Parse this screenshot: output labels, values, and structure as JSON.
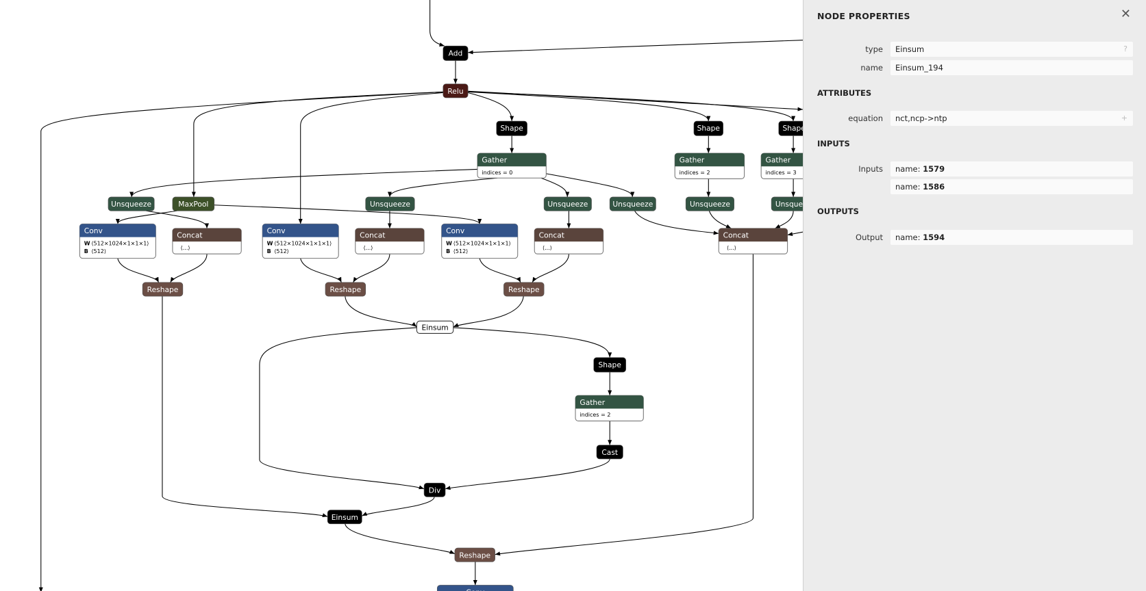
{
  "graph": {
    "nodes": [
      {
        "label": "Add",
        "color": "#000000"
      },
      {
        "label": "Relu",
        "color": "#4b1a16"
      },
      {
        "label": "Shape",
        "color": "#000000"
      },
      {
        "label": "Shape",
        "color": "#000000"
      },
      {
        "label": "Shape",
        "color": "#000000"
      },
      {
        "label": "Gather",
        "color": "#335443",
        "rows": [
          {
            "k": "",
            "v": "indices = 0"
          }
        ]
      },
      {
        "label": "Gather",
        "color": "#335443",
        "rows": [
          {
            "k": "",
            "v": "indices = 2"
          }
        ]
      },
      {
        "label": "Gather",
        "color": "#335443",
        "rows": [
          {
            "k": "",
            "v": "indices = 3"
          }
        ]
      },
      {
        "label": "Unsqueeze",
        "color": "#335443"
      },
      {
        "label": "MaxPool",
        "color": "#3c5028"
      },
      {
        "label": "Unsqueeze",
        "color": "#335443"
      },
      {
        "label": "Unsqueeze",
        "color": "#335443"
      },
      {
        "label": "Unsqueeze",
        "color": "#335443"
      },
      {
        "label": "Unsqueeze",
        "color": "#335443"
      },
      {
        "label": "Unsqueeze",
        "color": "#335443"
      },
      {
        "label": "Conv",
        "color": "#33548a",
        "rows": [
          {
            "k": "W",
            "v": "⟨512×1024×1×1×1⟩"
          },
          {
            "k": "B",
            "v": "⟨512⟩"
          }
        ]
      },
      {
        "label": "Concat",
        "color": "#5a443c",
        "rows": [
          {
            "k": "",
            "v": "⟨...⟩"
          }
        ]
      },
      {
        "label": "Conv",
        "color": "#33548a",
        "rows": [
          {
            "k": "W",
            "v": "⟨512×1024×1×1×1⟩"
          },
          {
            "k": "B",
            "v": "⟨512⟩"
          }
        ]
      },
      {
        "label": "Concat",
        "color": "#5a443c",
        "rows": [
          {
            "k": "",
            "v": "⟨...⟩"
          }
        ]
      },
      {
        "label": "Conv",
        "color": "#33548a",
        "rows": [
          {
            "k": "W",
            "v": "⟨512×1024×1×1×1⟩"
          },
          {
            "k": "B",
            "v": "⟨512⟩"
          }
        ]
      },
      {
        "label": "Concat",
        "color": "#5a443c",
        "rows": [
          {
            "k": "",
            "v": "⟨...⟩"
          }
        ]
      },
      {
        "label": "Concat",
        "color": "#5a443c",
        "rows": [
          {
            "k": "",
            "v": "⟨...⟩"
          }
        ]
      },
      {
        "label": "Reshape",
        "color": "#6b4e45"
      },
      {
        "label": "Reshape",
        "color": "#6b4e45"
      },
      {
        "label": "Reshape",
        "color": "#6b4e45"
      },
      {
        "label": "Einsum",
        "color": "#ffffff",
        "selected": true
      },
      {
        "label": "Shape",
        "color": "#000000"
      },
      {
        "label": "Gather",
        "color": "#335443",
        "rows": [
          {
            "k": "",
            "v": "indices = 2"
          }
        ]
      },
      {
        "label": "Cast",
        "color": "#000000"
      },
      {
        "label": "Div",
        "color": "#000000"
      },
      {
        "label": "Einsum",
        "color": "#000000"
      },
      {
        "label": "Reshape",
        "color": "#6b4e45"
      },
      {
        "label": "Conv",
        "color": "#33548a"
      }
    ]
  },
  "panel": {
    "title": "NODE PROPERTIES",
    "close": "✕",
    "type_label": "type",
    "type_value": "Einsum",
    "type_help": "?",
    "name_label": "name",
    "name_value": "Einsum_194",
    "attributes_title": "ATTRIBUTES",
    "equation_label": "equation",
    "equation_value": "nct,ncp->ntp",
    "equation_expand": "+",
    "inputs_title": "INPUTS",
    "inputs_label": "Inputs",
    "inputs": [
      {
        "prefix": "name: ",
        "value": "1579"
      },
      {
        "prefix": "name: ",
        "value": "1586"
      }
    ],
    "outputs_title": "OUTPUTS",
    "output_label": "Output",
    "output": {
      "prefix": "name: ",
      "value": "1594"
    }
  }
}
